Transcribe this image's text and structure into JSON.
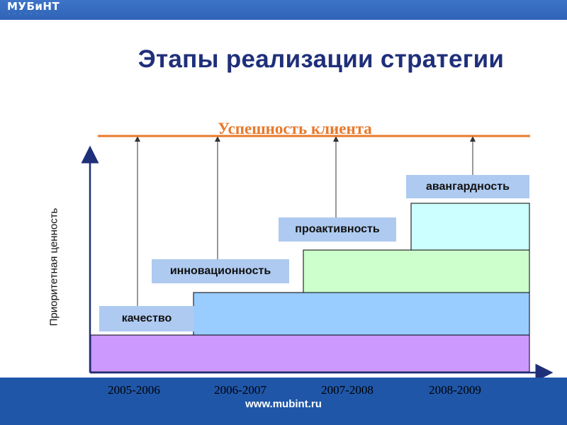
{
  "slide": {
    "logo_text": "МУБиНТ",
    "title": "Этапы реализации стратегии",
    "website": "www.mubint.ru"
  },
  "diagram": {
    "top_line_label": "Успешность клиента",
    "y_axis_label": "Приоритетная ценность",
    "steps": [
      {
        "label": "качество",
        "color": "#cc99ff"
      },
      {
        "label": "инновационность",
        "color": "#99ccff"
      },
      {
        "label": "проактивность",
        "color": "#ccffcc"
      },
      {
        "label": "авангардность",
        "color": "#ccffff"
      }
    ],
    "periods": [
      "2005-2006",
      "2006-2007",
      "2007-2008",
      "2008-2009"
    ],
    "colors": {
      "top_line": "#e8792b",
      "label_box": "#aecaf0",
      "title": "#1f2f7a",
      "bars": "#2f63b6"
    }
  }
}
